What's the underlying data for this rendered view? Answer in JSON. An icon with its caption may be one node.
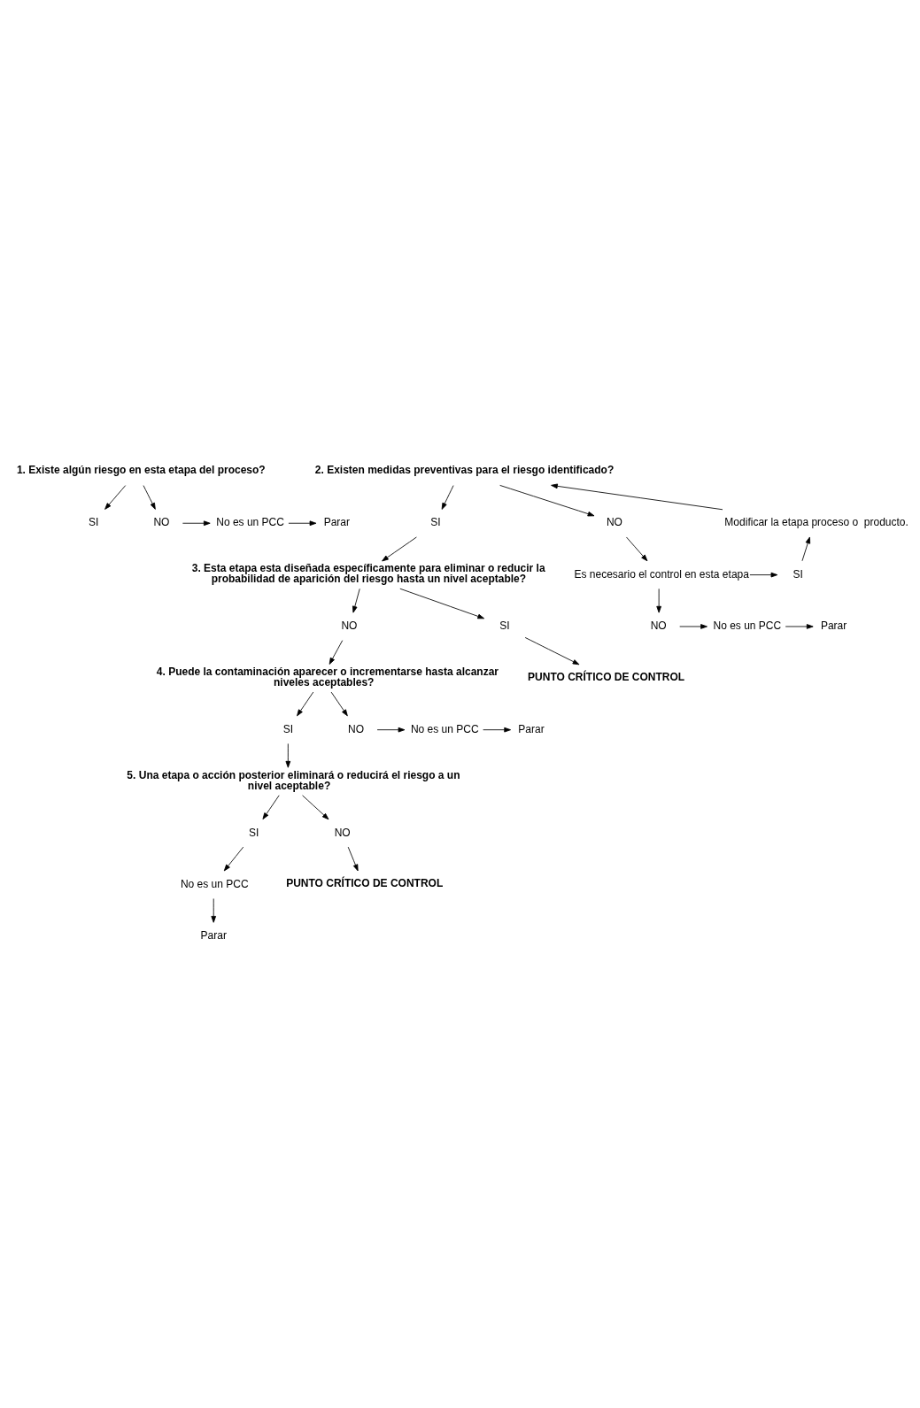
{
  "diagram": {
    "nodes": [
      {
        "text": [
          "1. Existe algún riesgo en esta etapa del proceso?"
        ]
      },
      {
        "text": [
          "SI"
        ]
      },
      {
        "text": [
          "NO"
        ]
      },
      {
        "text": [
          "No es un PCC"
        ]
      },
      {
        "text": [
          "Parar"
        ]
      },
      {
        "text": [
          "2. Existen medidas preventivas para el riesgo identificado?"
        ]
      },
      {
        "text": [
          "SI"
        ]
      },
      {
        "text": [
          "NO"
        ]
      },
      {
        "text": [
          "Modificar la etapa proceso o  producto."
        ]
      },
      {
        "text": [
          "Es necesario el control en esta etapa"
        ]
      },
      {
        "text": [
          "SI"
        ]
      },
      {
        "text": [
          "NO"
        ]
      },
      {
        "text": [
          "No es un PCC"
        ]
      },
      {
        "text": [
          "Parar"
        ]
      },
      {
        "text": [
          "3. Esta etapa esta diseñada específicamente para eliminar o reducir la probabilidad de aparición del riesgo hasta un nivel aceptable?"
        ]
      },
      {
        "text": [
          "NO"
        ]
      },
      {
        "text": [
          "SI"
        ]
      },
      {
        "text": [
          "PUNTO CRÍTICO DE CONTROL"
        ]
      },
      {
        "text": [
          "4. Puede la contaminación aparecer o incrementarse hasta alcanzar niveles aceptables?"
        ]
      },
      {
        "text": [
          "SI"
        ]
      },
      {
        "text": [
          "NO"
        ]
      },
      {
        "text": [
          "No es un PCC"
        ]
      },
      {
        "text": [
          "Parar"
        ]
      },
      {
        "text": [
          "5. Una etapa o acción posterior eliminará o reducirá el riesgo a un nivel aceptable?"
        ]
      },
      {
        "text": [
          "SI"
        ]
      },
      {
        "text": [
          "NO"
        ]
      },
      {
        "text": [
          "No es un PCC"
        ]
      },
      {
        "text": [
          "PUNTO CRÍTICO DE CONTROL"
        ]
      },
      {
        "text": [
          "Parar"
        ]
      }
    ],
    "edges": [
      {
        "from": 0,
        "to": 1,
        "arrow": "to"
      },
      {
        "from": 0,
        "to": 2,
        "arrow": "to"
      },
      {
        "from": 2,
        "to": 3,
        "arrow": "to"
      },
      {
        "from": 3,
        "to": 4,
        "arrow": "to"
      },
      {
        "from": 5,
        "to": 6,
        "arrow": "to"
      },
      {
        "from": 5,
        "to": 7,
        "arrow": "to"
      },
      {
        "from": 7,
        "to": 9,
        "arrow": "to"
      },
      {
        "from": 9,
        "to": 10,
        "arrow": "to"
      },
      {
        "from": 10,
        "to": 8,
        "arrow": "to"
      },
      {
        "from": 8,
        "to": 5,
        "arrow": "to"
      },
      {
        "from": 9,
        "to": 11,
        "arrow": "to"
      },
      {
        "from": 11,
        "to": 12,
        "arrow": "to"
      },
      {
        "from": 12,
        "to": 13,
        "arrow": "to"
      },
      {
        "from": 6,
        "to": 14,
        "arrow": "to"
      },
      {
        "from": 14,
        "to": 15,
        "arrow": "to"
      },
      {
        "from": 14,
        "to": 16,
        "arrow": "to"
      },
      {
        "from": 16,
        "to": 17,
        "arrow": "to"
      },
      {
        "from": 15,
        "to": 18,
        "arrow": "to"
      },
      {
        "from": 18,
        "to": 19,
        "arrow": "to"
      },
      {
        "from": 18,
        "to": 20,
        "arrow": "to"
      },
      {
        "from": 20,
        "to": 21,
        "arrow": "to"
      },
      {
        "from": 21,
        "to": 22,
        "arrow": "to"
      },
      {
        "from": 19,
        "to": 23,
        "arrow": "to"
      },
      {
        "from": 23,
        "to": 24,
        "arrow": "to"
      },
      {
        "from": 23,
        "to": 25,
        "arrow": "to"
      },
      {
        "from": 24,
        "to": 26,
        "arrow": "to"
      },
      {
        "from": 26,
        "to": 28,
        "arrow": "to"
      },
      {
        "from": 25,
        "to": 27,
        "arrow": "to"
      }
    ]
  }
}
